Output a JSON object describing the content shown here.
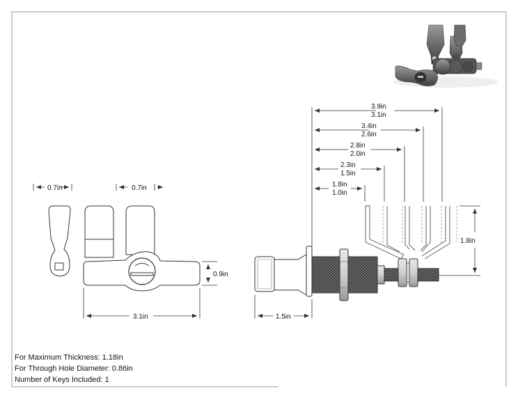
{
  "dimensions": {
    "side": {
      "w1": "0.7in",
      "w2": "0.7in",
      "height": "0.9in",
      "width": "3.1in"
    },
    "front": {
      "length": "1.5in",
      "height": "1.8in",
      "pairs": [
        {
          "max": "3.9in",
          "min": "3.1in"
        },
        {
          "max": "3.4in",
          "min": "2.6in"
        },
        {
          "max": "2.8in",
          "min": "2.0in"
        },
        {
          "max": "2.3in",
          "min": "1.5in"
        },
        {
          "max": "1.8in",
          "min": "1.0in"
        }
      ]
    }
  },
  "specs": [
    "For Maximum Thickness: 1.18in",
    "For Through Hole Diameter: 0.86in",
    "Number of Keys Included: 1"
  ],
  "colors": {
    "line": "#333333",
    "thread": "#555555",
    "frame": "#999999"
  }
}
